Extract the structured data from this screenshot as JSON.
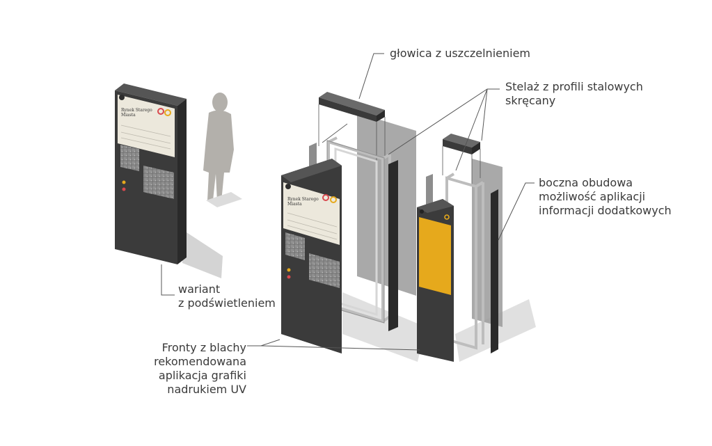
{
  "labels": {
    "head": [
      "głowica z uszczelnieniem"
    ],
    "frame": [
      "Stelaż z profili stalowych",
      "skręcany"
    ],
    "side": [
      "boczna obudowa",
      "możliwość aplikacji",
      "informacji dodatkowych"
    ],
    "variant": [
      "wariant",
      "z podświetleniem"
    ],
    "fronts": [
      "Fronty z blachy",
      "rekomendowana",
      "aplikacja grafiki",
      "nadrukiem UV"
    ]
  },
  "panel_text": {
    "title_line1": "Rynek Starego",
    "title_line2": "Miasta"
  },
  "colors": {
    "dark_body": "#3b3b3b",
    "panel_cream": "#ece8dc",
    "accent_yellow": "#e6a91c",
    "frame_grey": "#cfcfcf",
    "glass": "#9a9a9a",
    "line": "#555555",
    "label_text": "#3a3a3a",
    "silhouette": "#b3b0ab"
  }
}
